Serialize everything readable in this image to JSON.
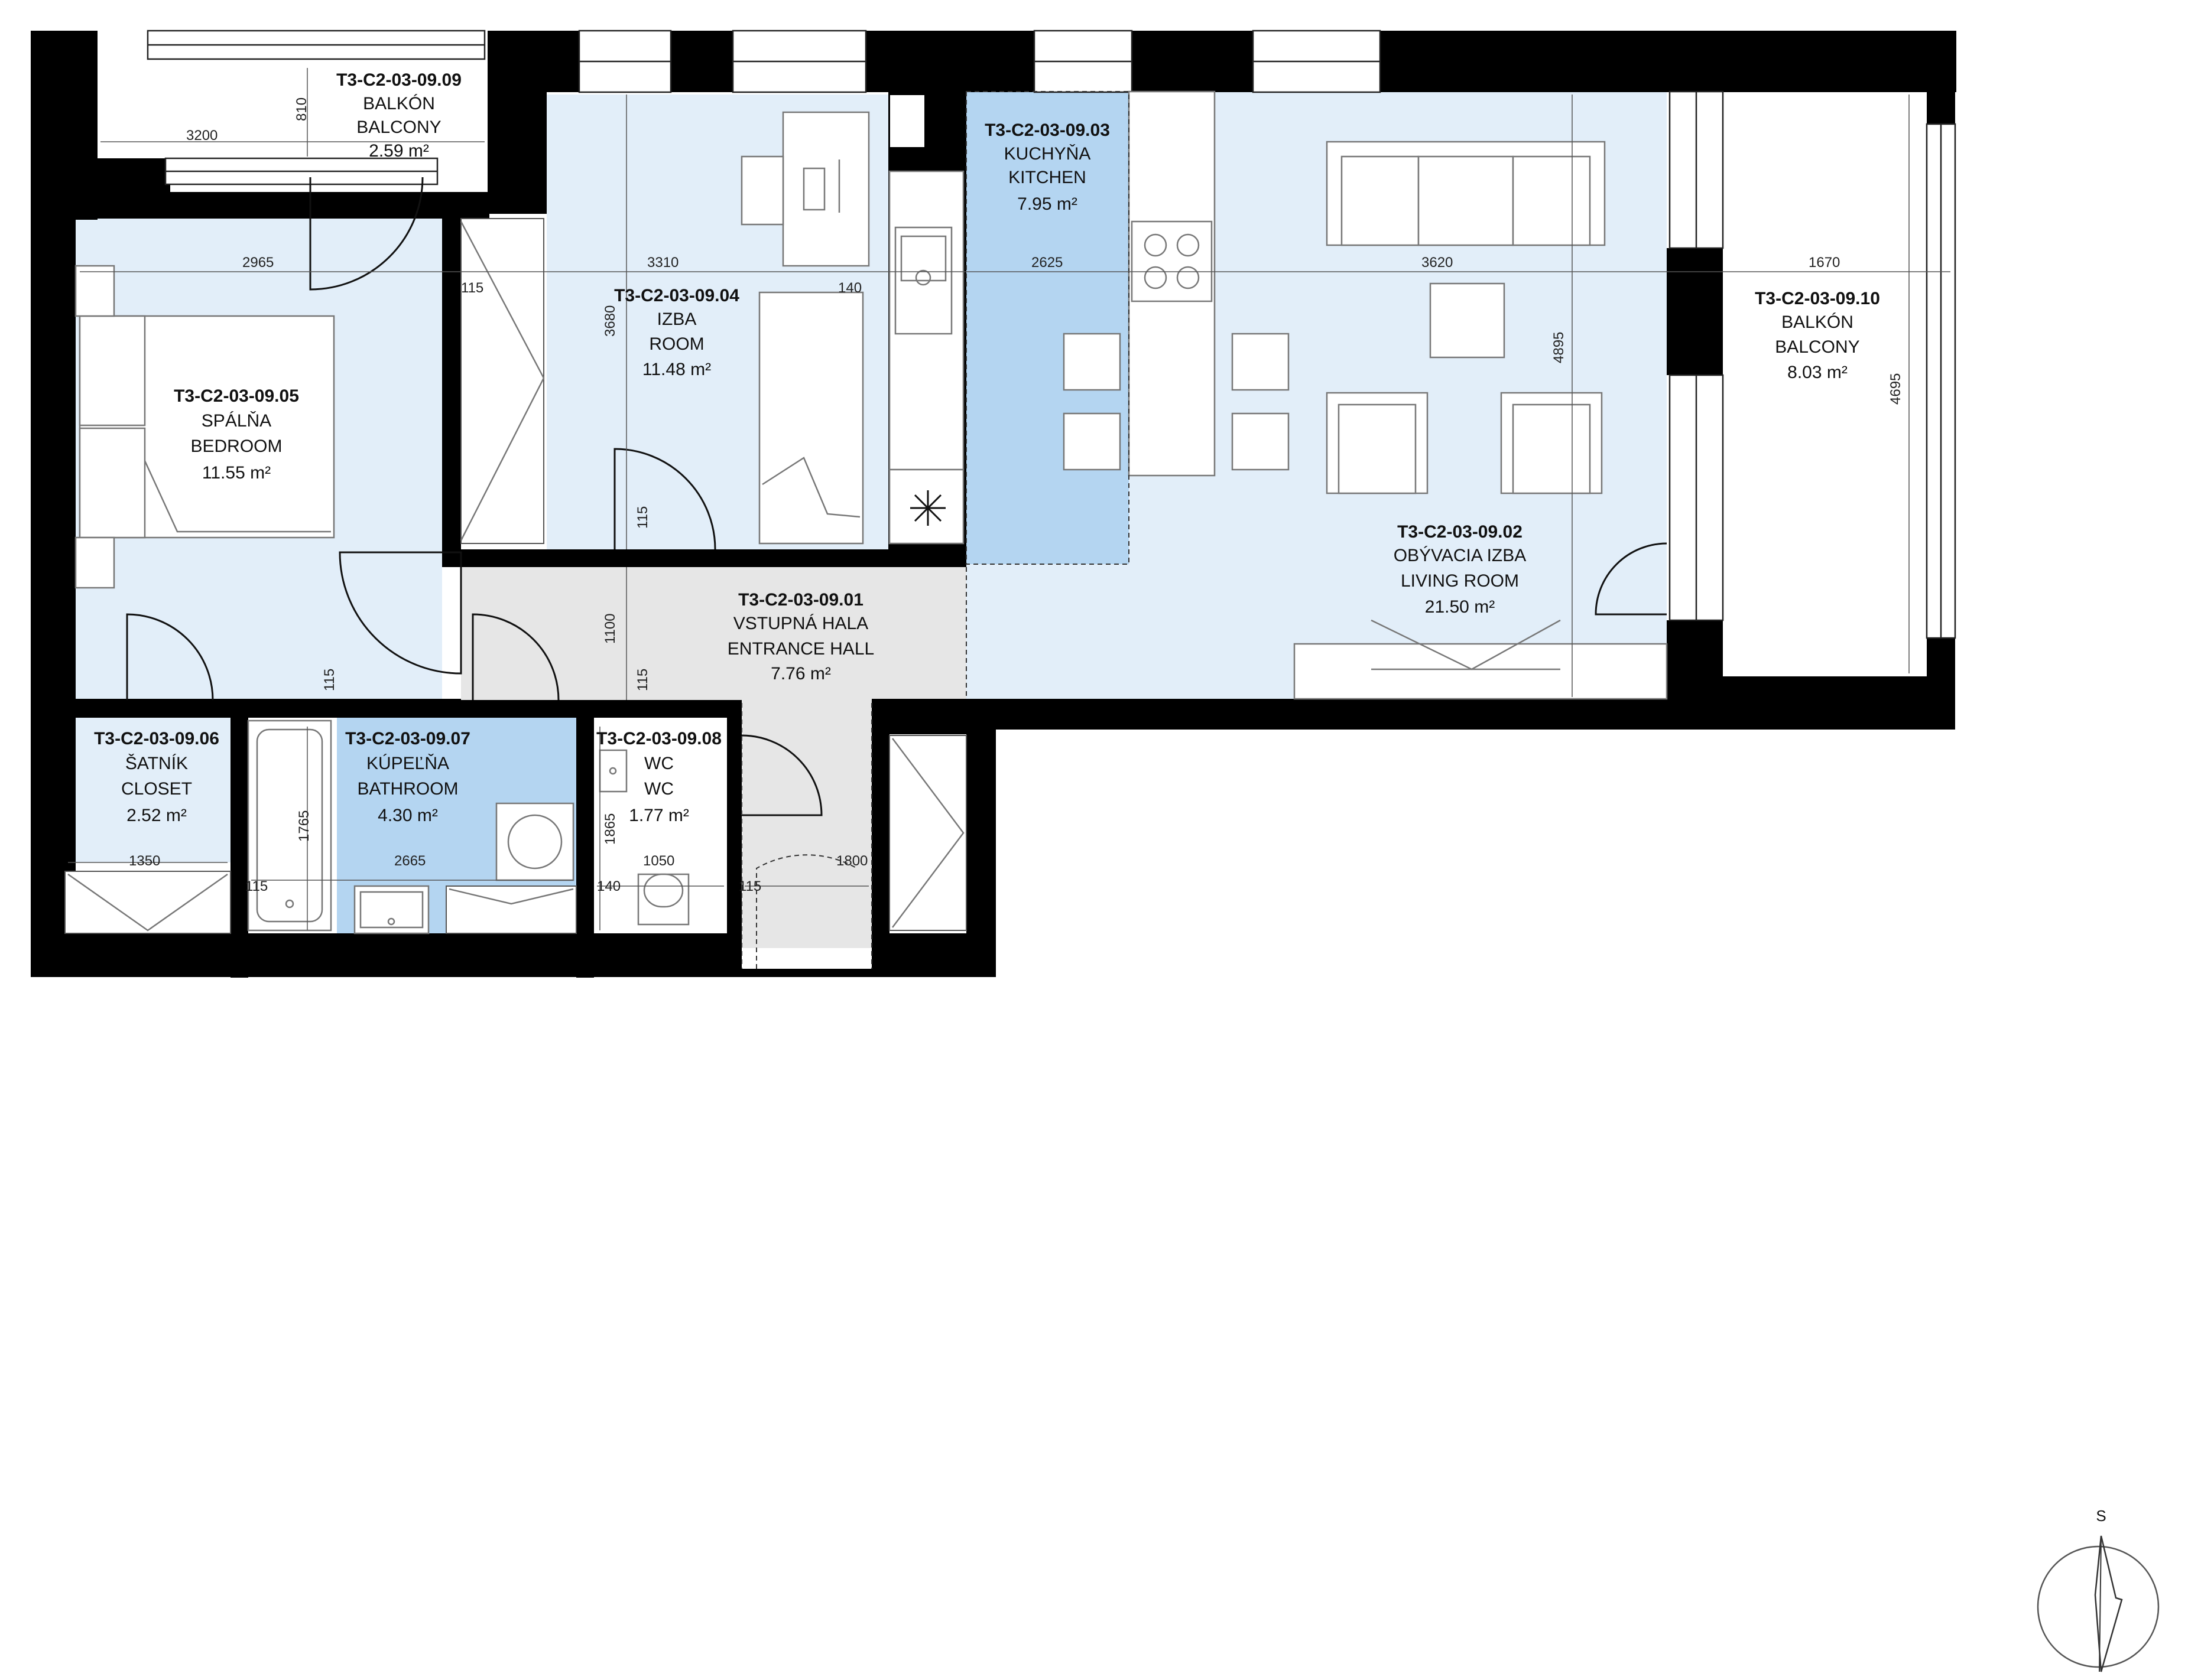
{
  "rooms": [
    {
      "id": "balcony-small",
      "code": "T3-C2-03-09.09",
      "name": "BALKÓN",
      "name_en": "BALCONY",
      "area": "2.59 m²",
      "color": "#ffffff"
    },
    {
      "id": "room",
      "code": "T3-C2-03-09.04",
      "name": "IZBA",
      "name_en": "ROOM",
      "area": "11.48 m²",
      "color": "#e2eef9"
    },
    {
      "id": "kitchen",
      "code": "T3-C2-03-09.03",
      "name": "KUCHYŇA",
      "name_en": "KITCHEN",
      "area": "7.95 m²",
      "color": "#b4d5f1"
    },
    {
      "id": "balcony-large",
      "code": "T3-C2-03-09.10",
      "name": "BALKÓN",
      "name_en": "BALCONY",
      "area": "8.03 m²",
      "color": "#ffffff"
    },
    {
      "id": "bedroom",
      "code": "T3-C2-03-09.05",
      "name": "SPÁLŇA",
      "name_en": "BEDROOM",
      "area": "11.55 m²",
      "color": "#e2eef9"
    },
    {
      "id": "hall",
      "code": "T3-C2-03-09.01",
      "name": "VSTUPNÁ HALA",
      "name_en": "ENTRANCE HALL",
      "area": "7.76 m²",
      "color": "#e6e6e6"
    },
    {
      "id": "living",
      "code": "T3-C2-03-09.02",
      "name": "OBÝVACIA IZBA",
      "name_en": "LIVING ROOM",
      "area": "21.50 m²",
      "color": "#e2eef9"
    },
    {
      "id": "closet",
      "code": "T3-C2-03-09.06",
      "name": "ŠATNÍK",
      "name_en": "CLOSET",
      "area": "2.52 m²",
      "color": "#e2eef9"
    },
    {
      "id": "bathroom",
      "code": "T3-C2-03-09.07",
      "name": "KÚPEĽŇA",
      "name_en": "BATHROOM",
      "area": "4.30 m²",
      "color": "#b4d5f1"
    },
    {
      "id": "wc",
      "code": "T3-C2-03-09.08",
      "name": "WC",
      "name_en": "WC",
      "area": "1.77 m²",
      "color": "#ffffff"
    }
  ],
  "dimensions": {
    "balcony_width": "3200",
    "balcony_depth": "810",
    "bedroom_width": "2965",
    "room_width": "3310",
    "kitchen_width": "2625",
    "living_width": "3620",
    "balcony_large_width": "1670",
    "room_depth": "3680",
    "living_depth": "4895",
    "balcony_large_depth": "4695",
    "hall_depth": "1100",
    "bath_depth": "1765",
    "wc_depth": "1865",
    "closet_width": "1350",
    "bath_width": "2665",
    "wc_width": "1050",
    "entrance_width": "1800",
    "wall_115": "115",
    "wall_140": "140"
  },
  "compass": {
    "label": "S"
  },
  "colors": {
    "wall": "#000000",
    "room_light": "#e2eef9",
    "room_accent": "#b4d5f1",
    "hall": "#e6e6e6"
  }
}
